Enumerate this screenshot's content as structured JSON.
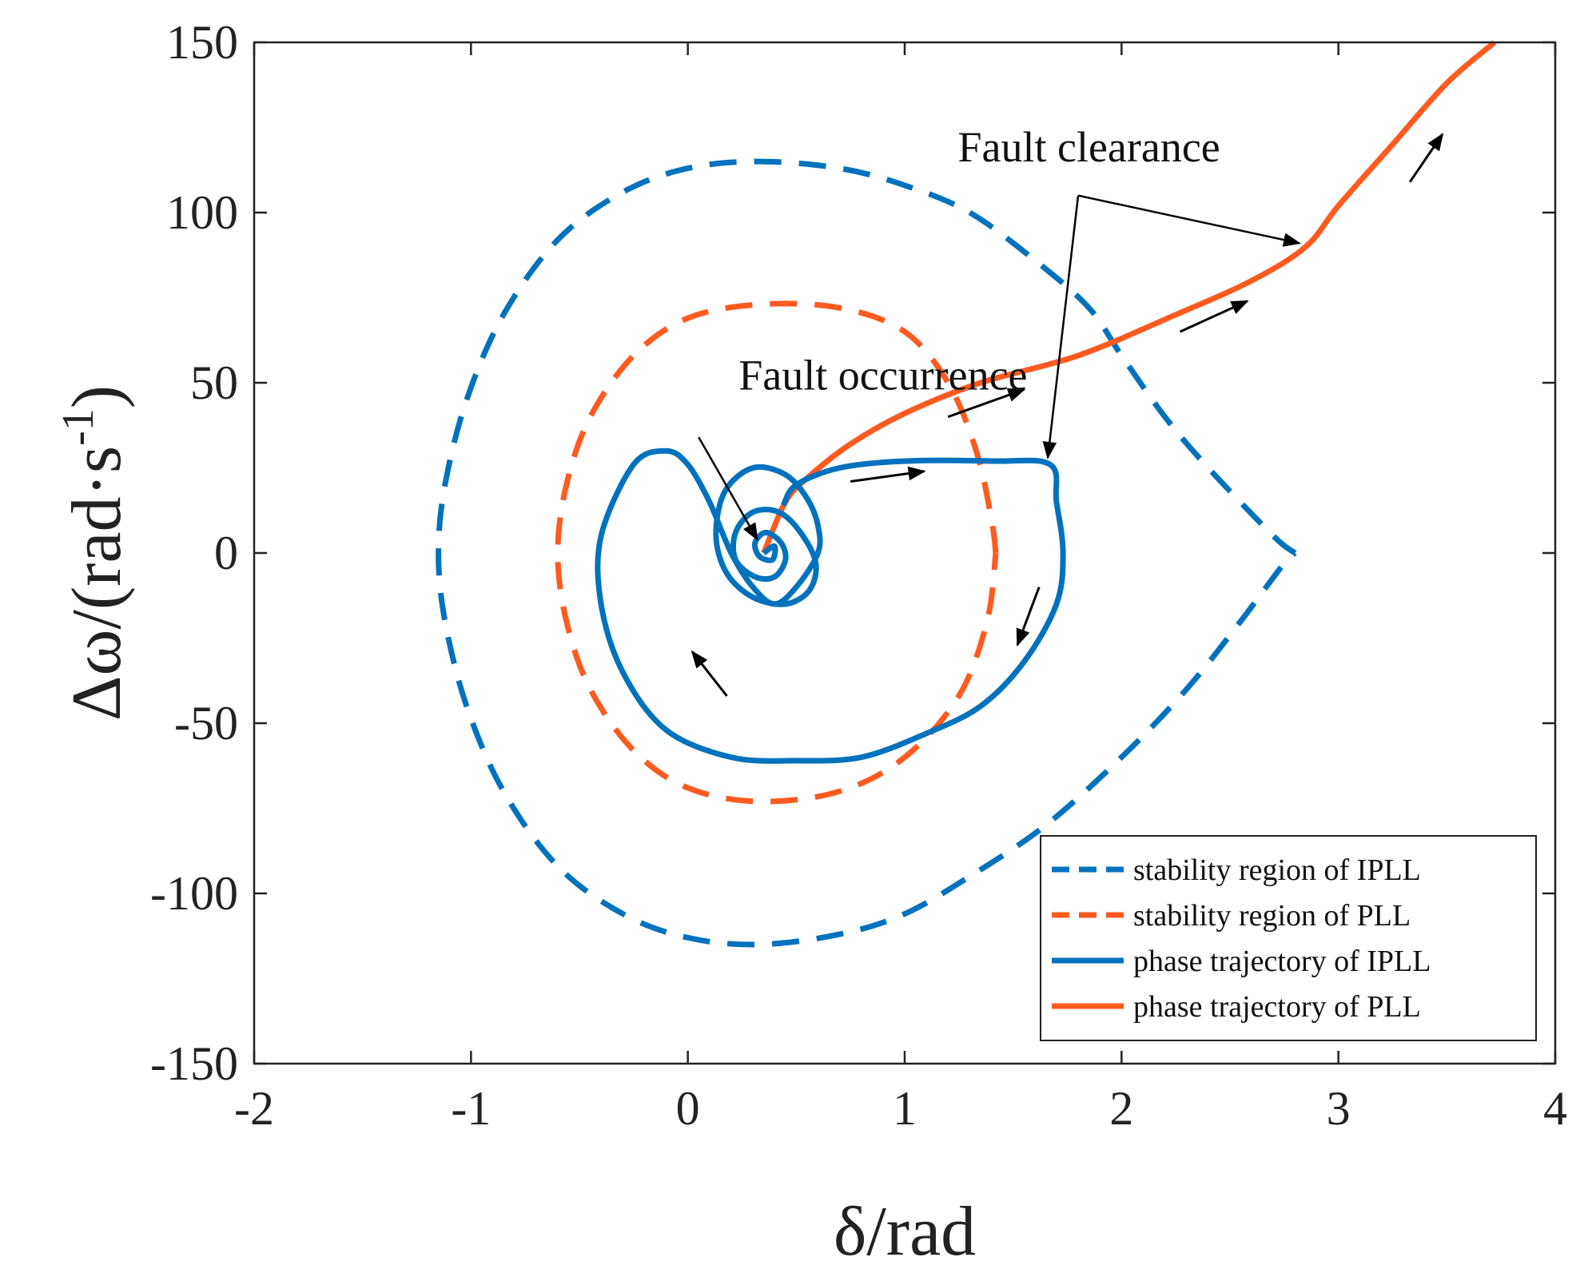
{
  "chart_data": {
    "type": "line",
    "xlabel": "δ/rad",
    "ylabel": "Δω/(rad·s⁻¹)",
    "ylabel_parts": {
      "main": "Δω/(rad·s",
      "sup": "-1",
      "close": ")"
    },
    "xlim": [
      -2,
      4
    ],
    "ylim": [
      -150,
      150
    ],
    "xticks": [
      -2,
      -1,
      0,
      1,
      2,
      3,
      4
    ],
    "yticks": [
      -150,
      -100,
      -50,
      0,
      50,
      100,
      150
    ],
    "xtick_labels": [
      "-2",
      "-1",
      "0",
      "1",
      "2",
      "3",
      "4"
    ],
    "ytick_labels": [
      "-150",
      "-100",
      "-50",
      "0",
      "50",
      "100",
      "150"
    ],
    "grid": false,
    "legend_position": "bottom-right",
    "colors": {
      "blue": "#0072BD",
      "orange": "#FF5A1F",
      "arrow": "#000000"
    },
    "series": [
      {
        "name": "stability region of IPLL",
        "style": "dashed",
        "color": "#0072BD",
        "points": [
          [
            2.8,
            0
          ],
          [
            2.7,
            5
          ],
          [
            2.4,
            25
          ],
          [
            2.2,
            40
          ],
          [
            2.0,
            58
          ],
          [
            1.85,
            72
          ],
          [
            1.6,
            86
          ],
          [
            1.3,
            100
          ],
          [
            1.0,
            108
          ],
          [
            0.7,
            113
          ],
          [
            0.33,
            115
          ],
          [
            0.0,
            113
          ],
          [
            -0.3,
            106
          ],
          [
            -0.6,
            92
          ],
          [
            -0.85,
            70
          ],
          [
            -1.02,
            45
          ],
          [
            -1.12,
            20
          ],
          [
            -1.15,
            0
          ],
          [
            -1.12,
            -20
          ],
          [
            -1.02,
            -45
          ],
          [
            -0.85,
            -70
          ],
          [
            -0.6,
            -92
          ],
          [
            -0.3,
            -106
          ],
          [
            0.0,
            -113
          ],
          [
            0.33,
            -115
          ],
          [
            0.7,
            -112
          ],
          [
            1.0,
            -106
          ],
          [
            1.3,
            -95
          ],
          [
            1.65,
            -80
          ],
          [
            2.0,
            -60
          ],
          [
            2.3,
            -40
          ],
          [
            2.55,
            -20
          ],
          [
            2.75,
            -3
          ],
          [
            2.8,
            0
          ]
        ]
      },
      {
        "name": "stability region of PLL",
        "style": "dashed",
        "color": "#FF5A1F",
        "points": [
          [
            1.42,
            0
          ],
          [
            1.4,
            10
          ],
          [
            1.33,
            30
          ],
          [
            1.2,
            50
          ],
          [
            1.0,
            65
          ],
          [
            0.7,
            72
          ],
          [
            0.33,
            73
          ],
          [
            0.0,
            69
          ],
          [
            -0.25,
            58
          ],
          [
            -0.45,
            40
          ],
          [
            -0.56,
            20
          ],
          [
            -0.6,
            0
          ],
          [
            -0.56,
            -20
          ],
          [
            -0.45,
            -40
          ],
          [
            -0.25,
            -58
          ],
          [
            0.0,
            -69
          ],
          [
            0.33,
            -73
          ],
          [
            0.7,
            -70
          ],
          [
            1.0,
            -60
          ],
          [
            1.25,
            -42
          ],
          [
            1.38,
            -20
          ],
          [
            1.42,
            0
          ]
        ]
      },
      {
        "name": "phase trajectory of IPLL",
        "style": "solid",
        "color": "#0072BD",
        "points": [
          [
            0.35,
            0
          ],
          [
            0.4,
            2
          ],
          [
            0.39,
            -2
          ],
          [
            0.33,
            -1
          ],
          [
            0.31,
            3
          ],
          [
            0.36,
            6
          ],
          [
            0.43,
            3
          ],
          [
            0.45,
            -2
          ],
          [
            0.4,
            -7
          ],
          [
            0.31,
            -7
          ],
          [
            0.22,
            -2
          ],
          [
            0.22,
            6
          ],
          [
            0.3,
            12
          ],
          [
            0.42,
            12
          ],
          [
            0.52,
            6
          ],
          [
            0.59,
            -3
          ],
          [
            0.56,
            -11
          ],
          [
            0.45,
            -15
          ],
          [
            0.3,
            -13
          ],
          [
            0.18,
            -6
          ],
          [
            0.13,
            5
          ],
          [
            0.17,
            18
          ],
          [
            0.3,
            25
          ],
          [
            0.45,
            23
          ],
          [
            0.55,
            16
          ],
          [
            0.6,
            8
          ],
          [
            0.6,
            0
          ],
          [
            0.5,
            -10
          ],
          [
            0.4,
            -15
          ],
          [
            0.3,
            -10
          ],
          [
            0.2,
            0
          ],
          [
            0.1,
            15
          ],
          [
            0.0,
            26
          ],
          [
            -0.1,
            30
          ],
          [
            -0.25,
            26
          ],
          [
            -0.4,
            5
          ],
          [
            -0.4,
            -15
          ],
          [
            -0.3,
            -35
          ],
          [
            -0.1,
            -52
          ],
          [
            0.2,
            -60
          ],
          [
            0.5,
            -61
          ],
          [
            0.8,
            -60
          ],
          [
            1.1,
            -53
          ],
          [
            1.35,
            -45
          ],
          [
            1.55,
            -32
          ],
          [
            1.7,
            -15
          ],
          [
            1.73,
            0
          ],
          [
            1.7,
            15
          ],
          [
            1.67,
            26
          ],
          [
            1.4,
            27
          ],
          [
            1.0,
            27
          ],
          [
            0.7,
            25
          ],
          [
            0.5,
            20
          ],
          [
            0.44,
            14
          ]
        ]
      },
      {
        "name": "phase trajectory of PLL",
        "style": "solid",
        "color": "#FF5A1F",
        "points": [
          [
            0.35,
            0
          ],
          [
            0.45,
            15
          ],
          [
            0.55,
            22
          ],
          [
            0.75,
            32
          ],
          [
            1.0,
            41
          ],
          [
            1.35,
            50
          ],
          [
            1.8,
            58
          ],
          [
            2.25,
            70
          ],
          [
            2.6,
            80
          ],
          [
            2.85,
            90
          ],
          [
            3.0,
            102
          ],
          [
            3.25,
            120
          ],
          [
            3.5,
            138
          ],
          [
            3.72,
            150
          ]
        ]
      }
    ],
    "annotations": [
      {
        "text": "Fault occurrence",
        "label_at": [
          0.9,
          48
        ],
        "arrow_from": [
          0.05,
          34
        ],
        "arrow_to": [
          0.32,
          4
        ]
      },
      {
        "text": "Fault clearance",
        "label_at": [
          1.85,
          115
        ],
        "arrow_from": [
          1.8,
          105
        ],
        "arrow_to": [
          2.82,
          91
        ],
        "arrow2_to": [
          1.66,
          28
        ]
      }
    ],
    "direction_arrows": [
      {
        "from": [
          0.75,
          21
        ],
        "to": [
          1.09,
          24
        ]
      },
      {
        "from": [
          1.2,
          40
        ],
        "to": [
          1.55,
          48
        ]
      },
      {
        "from": [
          2.27,
          65
        ],
        "to": [
          2.58,
          74
        ]
      },
      {
        "from": [
          3.33,
          109
        ],
        "to": [
          3.48,
          123
        ]
      },
      {
        "from": [
          1.62,
          -10
        ],
        "to": [
          1.52,
          -27
        ]
      },
      {
        "from": [
          0.18,
          -42
        ],
        "to": [
          0.02,
          -29
        ]
      }
    ]
  }
}
